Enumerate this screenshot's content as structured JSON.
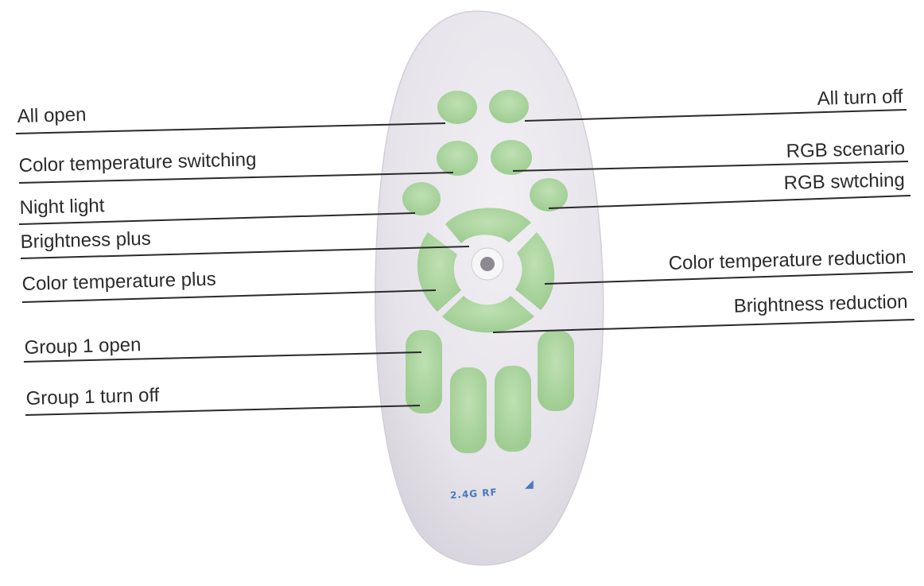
{
  "labels_left": {
    "all_open": "All open",
    "color_temp_switching": "Color temperature switching",
    "night_light": "Night light",
    "brightness_plus": "Brightness  plus",
    "color_temp_plus": "Color temperature plus",
    "group1_open": "Group 1 open",
    "group1_off": "Group 1 turn off"
  },
  "labels_right": {
    "all_off": "All turn off",
    "rgb_scenario": "RGB scenario",
    "rgb_switching": "RGB swtching",
    "color_temp_reduction": "Color temperature reduction",
    "brightness_reduction": "Brightness reduction"
  },
  "remote": {
    "brand_text": "2.4G RF",
    "body_color": "#e9e6ee",
    "button_color": "#a9d39c"
  }
}
